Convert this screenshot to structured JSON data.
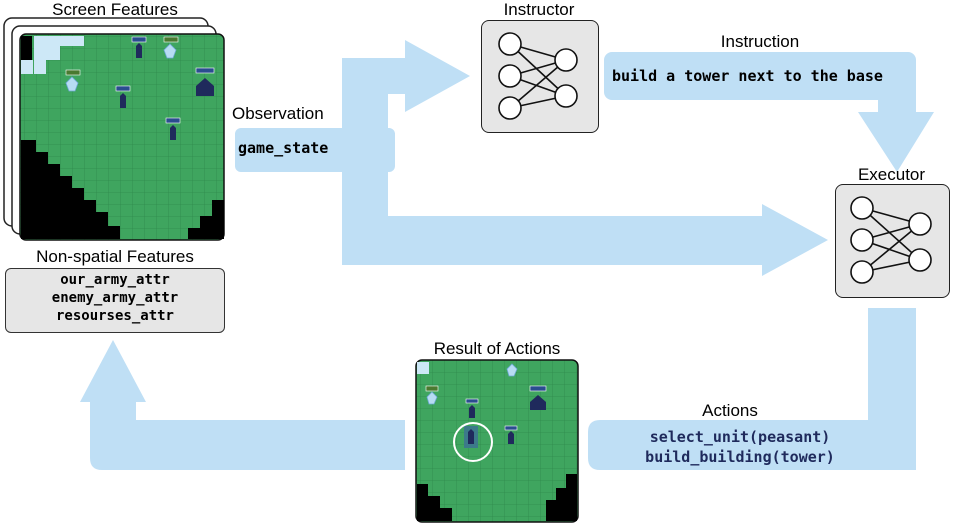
{
  "colors": {
    "arrow": "#bfdff5",
    "grass": "#3fa55f",
    "grid": "#2f8a4c",
    "fog": "#000000",
    "ice": "#cde8f7",
    "box": "#e6e6e6",
    "unit": "#1f2a5c",
    "action_text": "#1f2a5c"
  },
  "labels": {
    "screen_features": "Screen Features",
    "non_spatial_features": "Non-spatial Features",
    "observation": "Observation",
    "instructor": "Instructor",
    "instruction": "Instruction",
    "executor": "Executor",
    "actions": "Actions",
    "result_of_actions": "Result of Actions"
  },
  "observation": {
    "game_state": "game_state"
  },
  "instruction": {
    "text": "build a tower next to the base"
  },
  "non_spatial": {
    "items": [
      "our_army_attr",
      "enemy_army_attr",
      "resourses_attr"
    ]
  },
  "actions": {
    "items": [
      "select_unit(peasant)",
      "build_building(tower)"
    ]
  },
  "icons": {
    "network": "neural-network-icon",
    "crystal": "crystal-icon",
    "unit": "unit-icon",
    "base": "base-building-icon"
  }
}
